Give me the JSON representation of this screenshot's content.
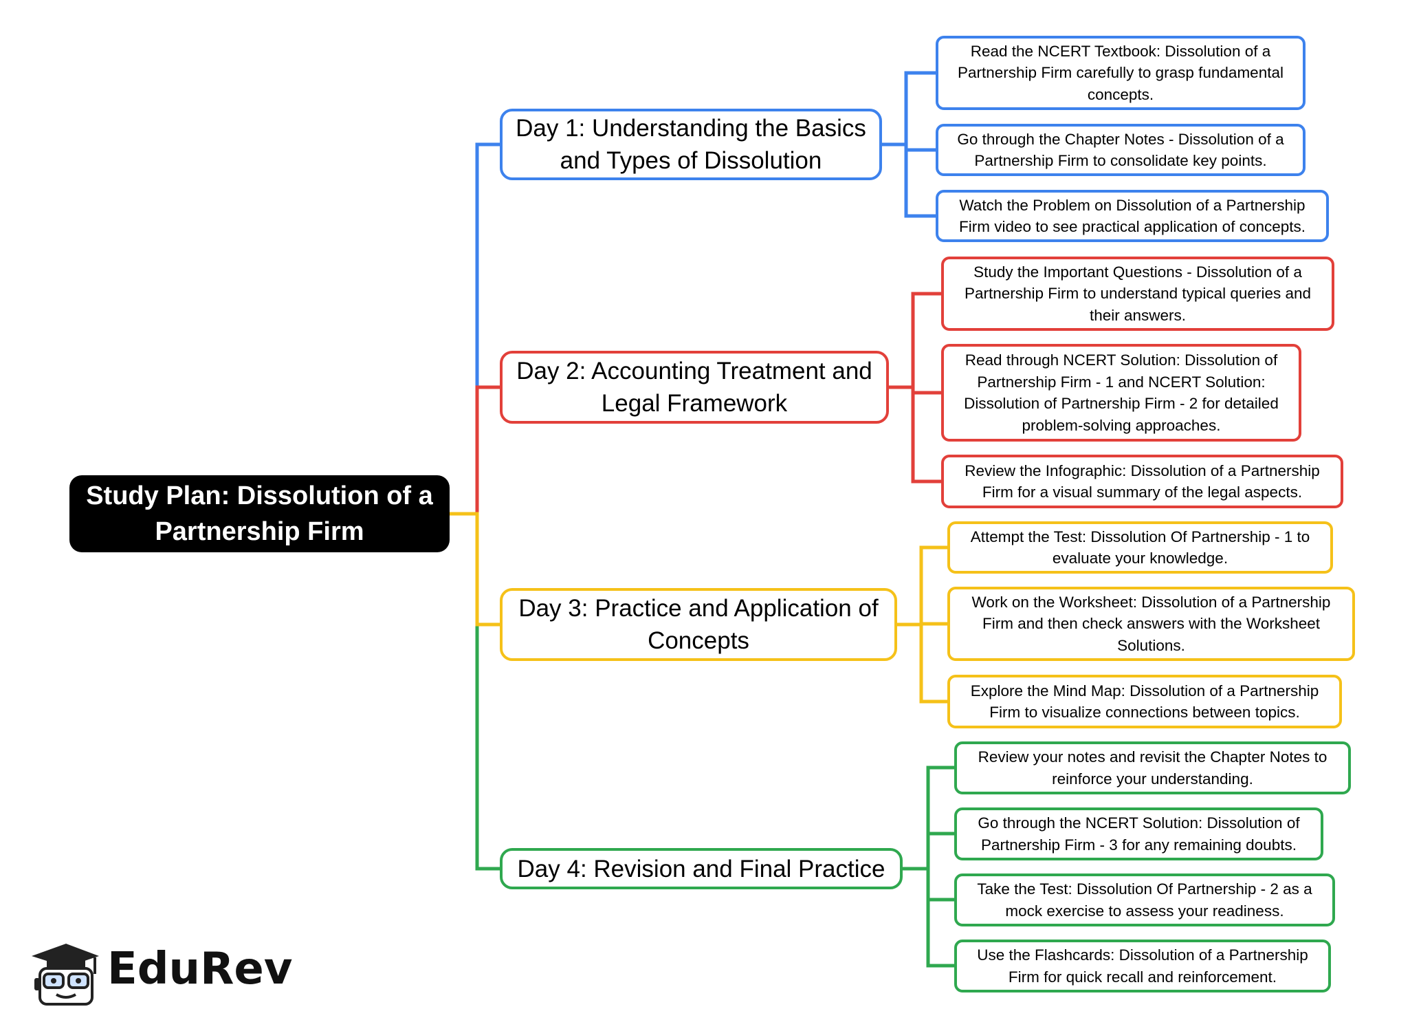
{
  "root": {
    "title": "Study Plan: Dissolution of a Partnership Firm"
  },
  "colors": {
    "day1": "#3d82ed",
    "day2": "#e2403a",
    "day3": "#f5c119",
    "day4": "#2fa84f",
    "root_bg": "#000000"
  },
  "days": [
    {
      "title": "Day 1: Understanding the Basics and Types of Dissolution",
      "color": "#3d82ed",
      "tasks": [
        "Read the NCERT Textbook: Dissolution of a Partnership Firm carefully to grasp fundamental concepts.",
        "Go through the Chapter Notes - Dissolution of a Partnership Firm to consolidate key points.",
        "Watch the Problem on Dissolution of a Partnership Firm video to see practical application of concepts."
      ]
    },
    {
      "title": "Day 2: Accounting Treatment and Legal Framework",
      "color": "#e2403a",
      "tasks": [
        "Study the Important Questions - Dissolution of a Partnership Firm to understand typical queries and their answers.",
        "Read through NCERT Solution: Dissolution of Partnership Firm - 1 and NCERT Solution: Dissolution of Partnership Firm - 2 for detailed problem-solving approaches.",
        "Review the Infographic: Dissolution of a Partnership Firm for a visual summary of the legal aspects."
      ]
    },
    {
      "title": "Day 3: Practice and Application of Concepts",
      "color": "#f5c119",
      "tasks": [
        "Attempt the Test: Dissolution Of Partnership - 1 to evaluate your knowledge.",
        "Work on the Worksheet: Dissolution of a Partnership Firm and then check answers with the Worksheet Solutions.",
        "Explore the Mind Map: Dissolution of a Partnership Firm to visualize connections between topics."
      ]
    },
    {
      "title": "Day 4: Revision and Final Practice",
      "color": "#2fa84f",
      "tasks": [
        "Review your notes and revisit the Chapter Notes to reinforce your understanding.",
        "Go through the NCERT Solution: Dissolution of Partnership Firm - 3 for any remaining doubts.",
        "Take the Test: Dissolution Of Partnership - 2 as a mock exercise to assess your readiness.",
        "Use the Flashcards: Dissolution of a Partnership Firm for quick recall and reinforcement."
      ]
    }
  ],
  "logo": {
    "text": "EduRev",
    "icon": "graduation-cap-mascot-icon"
  }
}
